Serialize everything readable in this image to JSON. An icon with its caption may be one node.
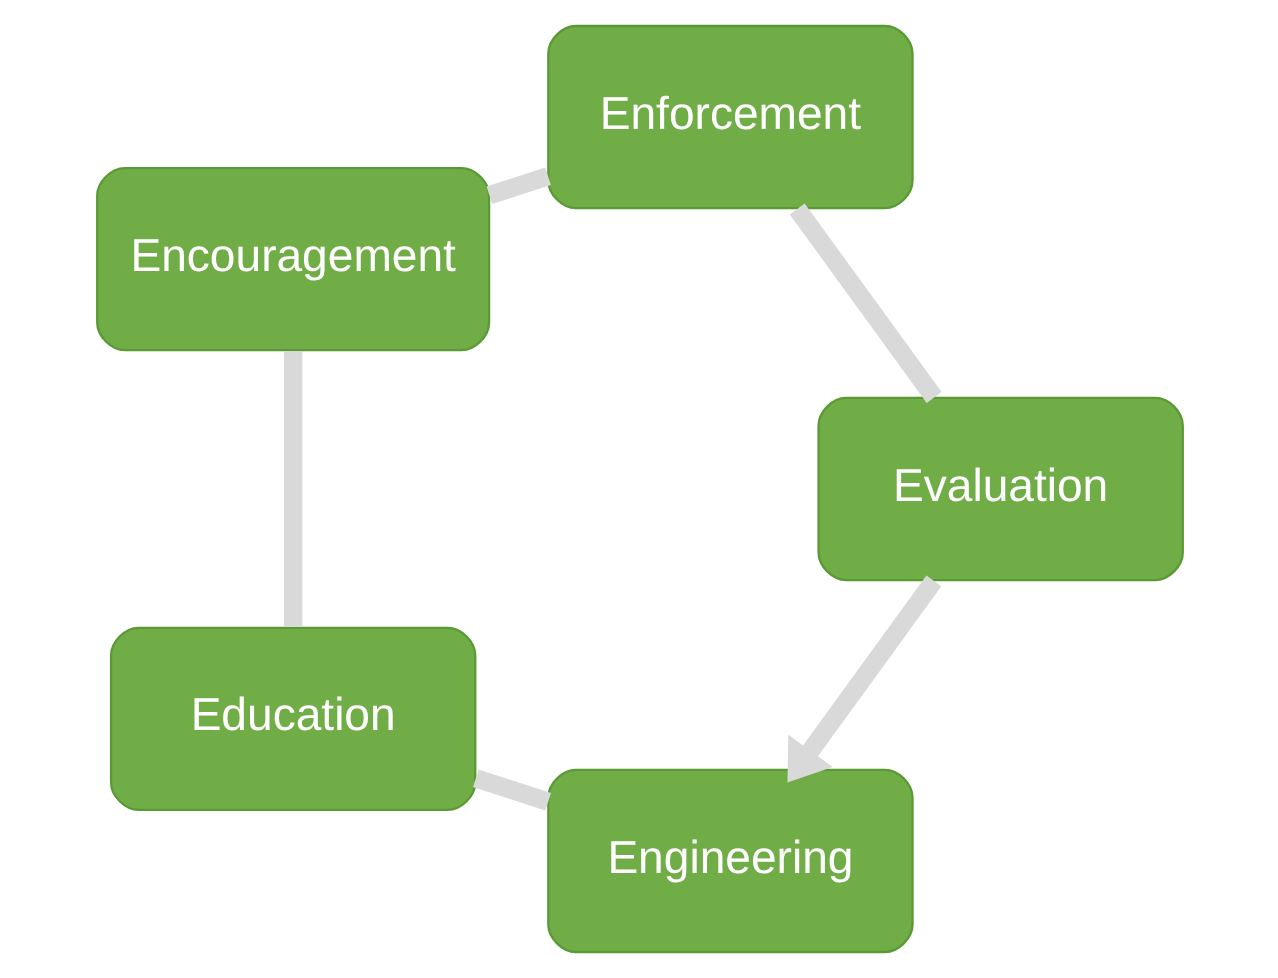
{
  "diagram": {
    "nodes": [
      {
        "text": [
          "Engineering"
        ]
      },
      {
        "text": [
          "Education"
        ]
      },
      {
        "text": [
          "Encouragement"
        ]
      },
      {
        "text": [
          "Enforcement"
        ]
      },
      {
        "text": [
          "Evaluation"
        ]
      }
    ],
    "edges": [
      {
        "from": 0,
        "to": 1,
        "arrow": "none"
      },
      {
        "from": 1,
        "to": 2,
        "arrow": "none"
      },
      {
        "from": 2,
        "to": 3,
        "arrow": "none"
      },
      {
        "from": 3,
        "to": 4,
        "arrow": "none"
      },
      {
        "from": 4,
        "to": 0,
        "arrow": "to"
      }
    ]
  }
}
